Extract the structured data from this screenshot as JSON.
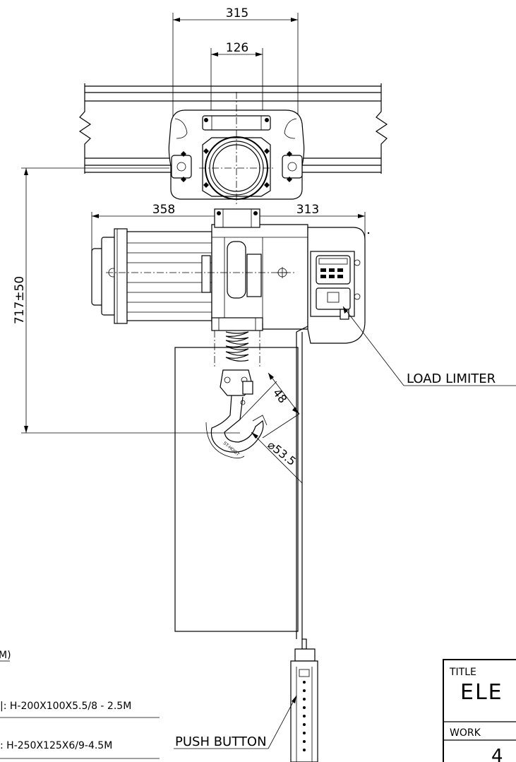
{
  "dimensions": {
    "trolley_width": "315",
    "inner_width": "126",
    "left_extent": "358",
    "right_extent": "313",
    "height": "717±50",
    "hook_offset": "48",
    "hook_diameter": "⌀53.5"
  },
  "callouts": {
    "load_limiter": "LOAD LIMITER",
    "push_button": "PUSH BUTTON"
  },
  "notes": {
    "note_header": "M)",
    "beam_1": "|: H-200X100X5.5/8 - 2.5M",
    "beam_2": ": H-250X125X6/9-4.5M"
  },
  "title_block": {
    "title_label": "TITLE",
    "title_value": "ELE",
    "work_label": "WORK",
    "work_value": "4"
  },
  "hook_mark": "ST-HOIST"
}
